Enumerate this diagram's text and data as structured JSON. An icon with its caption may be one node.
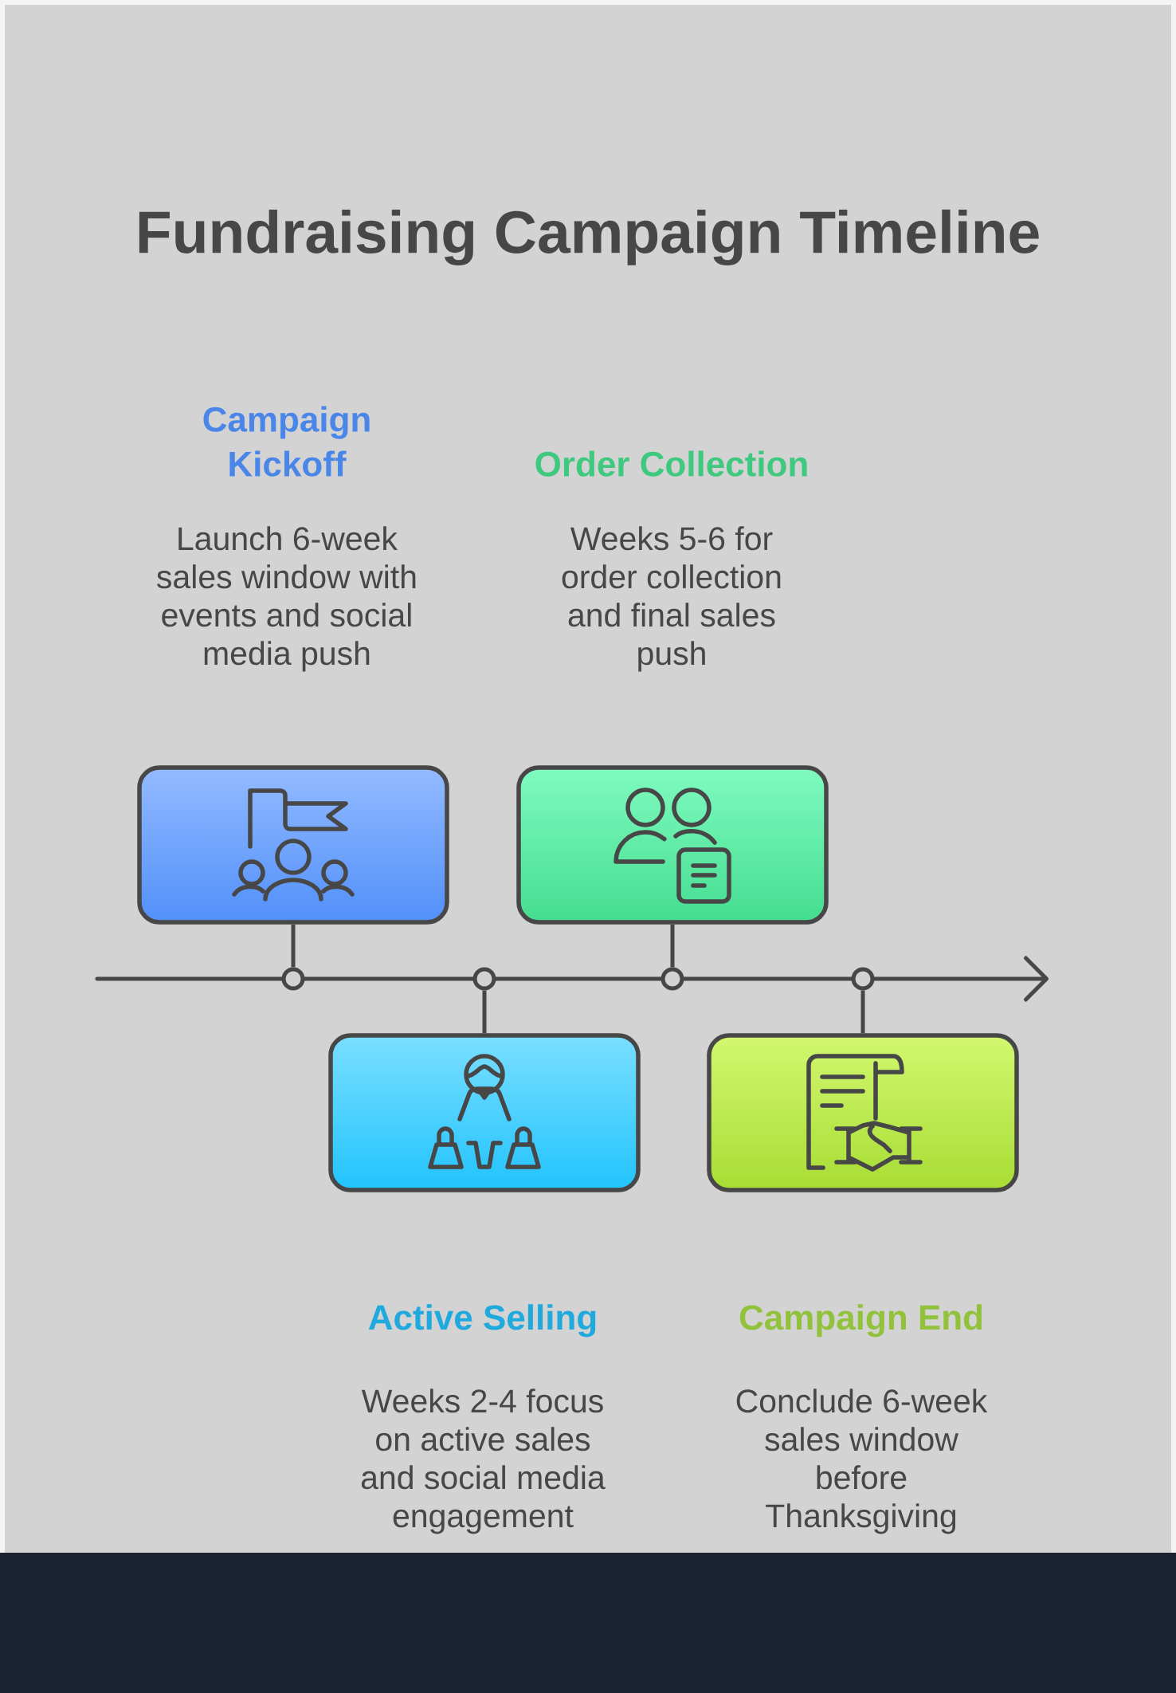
{
  "diagram": {
    "title": "Fundraising Campaign Timeline",
    "nodes": [
      {
        "text": [],
        "shape": "box",
        "beside": [
          "Campaign Kickoff",
          "Launch 6-week sales window with events and social media push"
        ]
      },
      {
        "text": [],
        "shape": "box",
        "beside": [
          "Active Selling",
          "Weeks 2-4 focus on active sales and social media engagement"
        ]
      },
      {
        "text": [],
        "shape": "box",
        "beside": [
          "Order Collection",
          "Weeks 5-6 for order collection and final sales push"
        ]
      },
      {
        "text": [],
        "shape": "box",
        "beside": [
          "Campaign End",
          "Conclude 6-week sales window before Thanksgiving"
        ]
      },
      {
        "text": [],
        "shape": "circle"
      },
      {
        "text": [],
        "shape": "circle"
      },
      {
        "text": [],
        "shape": "circle"
      },
      {
        "text": [],
        "shape": "circle"
      }
    ],
    "edges": [
      {
        "from": 0,
        "to": 4,
        "arrow": "none"
      },
      {
        "from": 1,
        "to": 5,
        "arrow": "none"
      },
      {
        "from": 2,
        "to": 6,
        "arrow": "none"
      },
      {
        "from": 3,
        "to": 7,
        "arrow": "none"
      }
    ]
  }
}
